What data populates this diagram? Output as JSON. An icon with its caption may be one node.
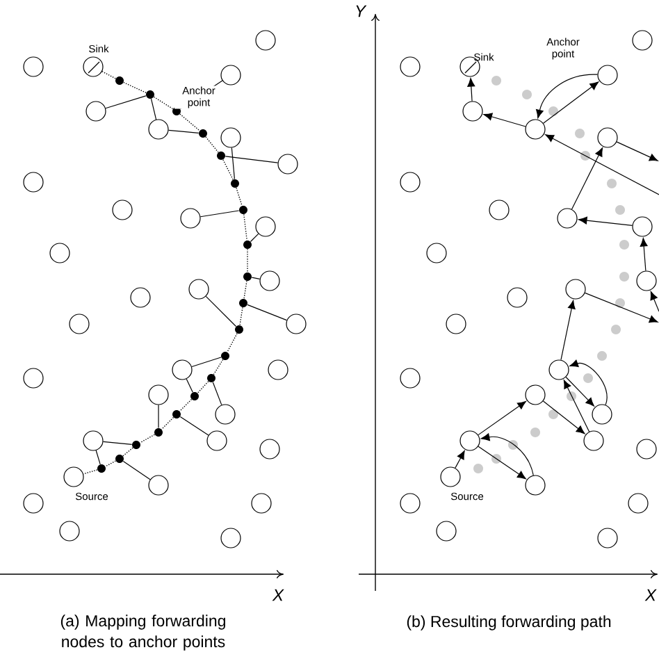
{
  "diagram": {
    "nodes": [
      {
        "text": [],
        "shape": "circle"
      },
      {
        "text": [],
        "shape": "circle"
      },
      {
        "text": [],
        "shape": "circle",
        "beside": [
          "Sink"
        ]
      },
      {
        "text": [],
        "shape": "circle"
      },
      {
        "text": [],
        "shape": "circle"
      },
      {
        "text": [],
        "shape": "circle"
      },
      {
        "text": [],
        "shape": "circle"
      },
      {
        "text": [],
        "shape": "circle"
      },
      {
        "text": [],
        "shape": "circle"
      },
      {
        "text": [],
        "shape": "circle"
      },
      {
        "text": [],
        "shape": "circle"
      },
      {
        "text": [],
        "shape": "circle"
      },
      {
        "text": [],
        "shape": "circle"
      },
      {
        "text": [],
        "shape": "circle"
      },
      {
        "text": [],
        "shape": "circle"
      },
      {
        "text": [],
        "shape": "circle"
      },
      {
        "text": [],
        "shape": "circle"
      },
      {
        "text": [],
        "shape": "circle"
      },
      {
        "text": [],
        "shape": "circle"
      },
      {
        "text": [],
        "shape": "circle"
      },
      {
        "text": [],
        "shape": "circle"
      },
      {
        "text": [],
        "shape": "circle"
      },
      {
        "text": [],
        "shape": "circle"
      },
      {
        "text": [],
        "shape": "circle"
      },
      {
        "text": [],
        "shape": "circle"
      },
      {
        "text": [],
        "shape": "circle"
      },
      {
        "text": [],
        "shape": "circle",
        "beside": [
          "Source"
        ]
      },
      {
        "text": [],
        "shape": "circle"
      },
      {
        "text": [],
        "shape": "circle"
      },
      {
        "text": [],
        "shape": "circle"
      },
      {
        "text": [],
        "shape": "circle"
      },
      {
        "text": [],
        "shape": "circle"
      },
      {
        "text": [],
        "shape": "dot"
      },
      {
        "text": [],
        "shape": "dot"
      },
      {
        "text": [],
        "shape": "dot"
      },
      {
        "text": [],
        "shape": "dot"
      },
      {
        "text": [],
        "shape": "dot"
      },
      {
        "text": [],
        "shape": "dot"
      },
      {
        "text": [],
        "shape": "dot"
      },
      {
        "text": [],
        "shape": "dot"
      },
      {
        "text": [],
        "shape": "dot"
      },
      {
        "text": [],
        "shape": "dot"
      },
      {
        "text": [],
        "shape": "dot"
      },
      {
        "text": [],
        "shape": "dot"
      },
      {
        "text": [],
        "shape": "dot"
      },
      {
        "text": [],
        "shape": "dot"
      },
      {
        "text": [],
        "shape": "dot"
      },
      {
        "text": [],
        "shape": "dot"
      },
      {
        "text": [],
        "shape": "dot"
      },
      {
        "text": [],
        "shape": "dot"
      },
      {
        "text": [],
        "shape": "dot"
      },
      {
        "text": [],
        "shape": "circle"
      },
      {
        "text": [],
        "shape": "circle"
      },
      {
        "text": [],
        "shape": "circle",
        "beside": [
          "Sink"
        ]
      },
      {
        "text": [],
        "shape": "circle"
      },
      {
        "text": [],
        "shape": "circle"
      },
      {
        "text": [],
        "shape": "circle"
      },
      {
        "text": [],
        "shape": "circle"
      },
      {
        "text": [],
        "shape": "circle"
      },
      {
        "text": [],
        "shape": "circle"
      },
      {
        "text": [],
        "shape": "circle"
      },
      {
        "text": [],
        "shape": "circle"
      },
      {
        "text": [],
        "shape": "circle"
      },
      {
        "text": [],
        "shape": "circle"
      },
      {
        "text": [],
        "shape": "circle"
      },
      {
        "text": [],
        "shape": "circle"
      },
      {
        "text": [],
        "shape": "circle"
      },
      {
        "text": [],
        "shape": "circle"
      },
      {
        "text": [],
        "shape": "circle"
      },
      {
        "text": [],
        "shape": "circle"
      },
      {
        "text": [],
        "shape": "circle"
      },
      {
        "text": [],
        "shape": "circle"
      },
      {
        "text": [],
        "shape": "circle"
      },
      {
        "text": [],
        "shape": "circle"
      },
      {
        "text": [],
        "shape": "circle",
        "beside": [
          "Source"
        ]
      },
      {
        "text": [],
        "shape": "circle"
      },
      {
        "text": [],
        "shape": "circle"
      },
      {
        "text": [],
        "shape": "circle"
      },
      {
        "text": [],
        "shape": "circle"
      },
      {
        "text": [],
        "shape": "circle"
      }
    ],
    "edges": [
      {
        "from": 2,
        "to": 32,
        "arrow": "none",
        "style": "dashed"
      },
      {
        "from": 32,
        "to": 33,
        "arrow": "none",
        "style": "dashed"
      },
      {
        "from": 33,
        "to": 34,
        "arrow": "none",
        "style": "dashed"
      },
      {
        "from": 34,
        "to": 35,
        "arrow": "none",
        "style": "dashed"
      },
      {
        "from": 35,
        "to": 36,
        "arrow": "none",
        "style": "dashed"
      },
      {
        "from": 36,
        "to": 37,
        "arrow": "none",
        "style": "dashed"
      },
      {
        "from": 37,
        "to": 38,
        "arrow": "none",
        "style": "dashed"
      },
      {
        "from": 38,
        "to": 39,
        "arrow": "none",
        "style": "dashed"
      },
      {
        "from": 39,
        "to": 40,
        "arrow": "none",
        "style": "dashed"
      },
      {
        "from": 40,
        "to": 41,
        "arrow": "none",
        "style": "dashed"
      },
      {
        "from": 41,
        "to": 42,
        "arrow": "none",
        "style": "dashed"
      },
      {
        "from": 42,
        "to": 43,
        "arrow": "none",
        "style": "dashed"
      },
      {
        "from": 43,
        "to": 44,
        "arrow": "none",
        "style": "dashed"
      },
      {
        "from": 44,
        "to": 45,
        "arrow": "none",
        "style": "dashed"
      },
      {
        "from": 45,
        "to": 46,
        "arrow": "none",
        "style": "dashed"
      },
      {
        "from": 46,
        "to": 47,
        "arrow": "none",
        "style": "dashed"
      },
      {
        "from": 47,
        "to": 48,
        "arrow": "none",
        "style": "dashed"
      },
      {
        "from": 48,
        "to": 49,
        "arrow": "none",
        "style": "dashed"
      },
      {
        "from": 49,
        "to": 50,
        "arrow": "none",
        "style": "dashed"
      },
      {
        "from": 50,
        "to": 26,
        "arrow": "none",
        "style": "dashed"
      },
      {
        "from": 4,
        "to": 33,
        "arrow": "none"
      },
      {
        "from": 5,
        "to": 33,
        "arrow": "none"
      },
      {
        "from": 3,
        "to": 34,
        "arrow": "none"
      },
      {
        "from": 5,
        "to": 35,
        "arrow": "none"
      },
      {
        "from": 7,
        "to": 36,
        "arrow": "none"
      },
      {
        "from": 6,
        "to": 37,
        "arrow": "none"
      },
      {
        "from": 10,
        "to": 38,
        "arrow": "none"
      },
      {
        "from": 11,
        "to": 39,
        "arrow": "none"
      },
      {
        "from": 13,
        "to": 40,
        "arrow": "none"
      },
      {
        "from": 16,
        "to": 41,
        "arrow": "none"
      },
      {
        "from": 14,
        "to": 42,
        "arrow": "none"
      },
      {
        "from": 18,
        "to": 43,
        "arrow": "none"
      },
      {
        "from": 22,
        "to": 44,
        "arrow": "none"
      },
      {
        "from": 18,
        "to": 45,
        "arrow": "none"
      },
      {
        "from": 24,
        "to": 46,
        "arrow": "none"
      },
      {
        "from": 21,
        "to": 47,
        "arrow": "none"
      },
      {
        "from": 23,
        "to": 48,
        "arrow": "none"
      },
      {
        "from": 27,
        "to": 49,
        "arrow": "none"
      },
      {
        "from": 23,
        "to": 50,
        "arrow": "none"
      },
      {
        "from": 55,
        "to": 53,
        "arrow": "to"
      },
      {
        "from": 56,
        "to": 55,
        "arrow": "to"
      },
      {
        "from": 56,
        "to": 54,
        "arrow": "to"
      },
      {
        "from": 54,
        "to": 56,
        "arrow": "to"
      },
      {
        "from": null,
        "to": 56,
        "arrow": "to"
      },
      {
        "from": 57,
        "to": null,
        "arrow": "to"
      },
      {
        "from": 60,
        "to": 57,
        "arrow": "to"
      },
      {
        "from": 61,
        "to": 60,
        "arrow": "to"
      },
      {
        "from": 63,
        "to": 61,
        "arrow": "to"
      },
      {
        "from": null,
        "to": 63,
        "arrow": "to"
      },
      {
        "from": 64,
        "to": null,
        "arrow": "to"
      },
      {
        "from": 67,
        "to": 64,
        "arrow": "to"
      },
      {
        "from": 71,
        "to": 69,
        "arrow": "to"
      },
      {
        "from": 74,
        "to": 71,
        "arrow": "to"
      },
      {
        "from": 71,
        "to": 75,
        "arrow": "to"
      },
      {
        "from": 75,
        "to": 71,
        "arrow": "to"
      },
      {
        "from": 69,
        "to": 72,
        "arrow": "to"
      },
      {
        "from": 72,
        "to": 67,
        "arrow": "to"
      },
      {
        "from": 67,
        "to": 70,
        "arrow": "to"
      },
      {
        "from": 70,
        "to": 67,
        "arrow": "to"
      }
    ],
    "labels": [
      "Anchor point",
      "X",
      "(a) Mapping forwarding nodes to anchor points",
      "Y",
      "Anchor point",
      "X",
      "(b) Resulting forwarding path"
    ]
  }
}
